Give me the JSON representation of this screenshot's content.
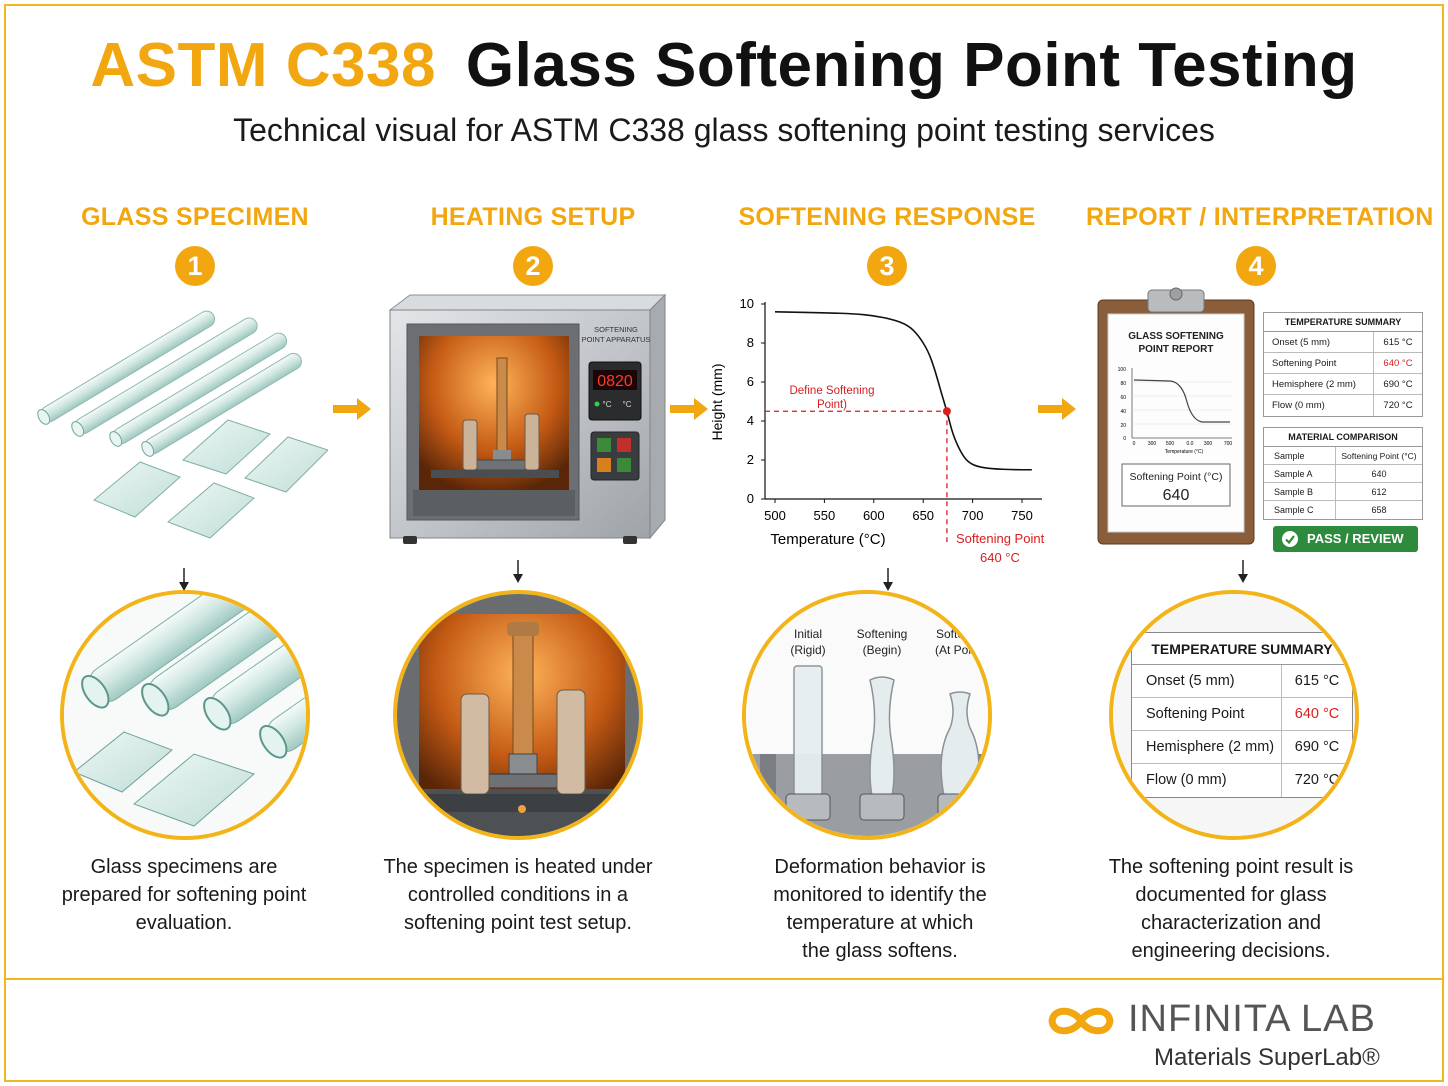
{
  "title": {
    "part1": "ASTM C338",
    "part2": "Glass Softening Point Testing"
  },
  "subtitle": "Technical visual for ASTM C338 glass softening point testing services",
  "steps": [
    {
      "number": "1",
      "heading": "GLASS SPECIMEN",
      "desc": [
        "Glass specimens are",
        "prepared for softening point",
        "evaluation."
      ]
    },
    {
      "number": "2",
      "heading": "HEATING SETUP",
      "desc": [
        "The specimen is heated under",
        "controlled conditions in a",
        "softening point test setup."
      ]
    },
    {
      "number": "3",
      "heading": "SOFTENING RESPONSE",
      "desc": [
        "Deformation behavior is",
        "monitored to identify the",
        "temperature at which",
        "the glass softens."
      ]
    },
    {
      "number": "4",
      "heading": "REPORT / INTERPRETATION",
      "desc": [
        "The softening point result is",
        "documented for glass",
        "characterization and",
        "engineering decisions."
      ]
    }
  ],
  "apparatus": {
    "label_line1": "SOFTENING",
    "label_line2": "POINT APPARATUS",
    "display": "0820",
    "unit1": "°C",
    "unit2": "°C"
  },
  "chart_data": {
    "type": "line",
    "xlabel": "Temperature (°C)",
    "ylabel": "Height (mm)",
    "xlim": [
      500,
      760
    ],
    "ylim": [
      0,
      10
    ],
    "xticks": [
      500,
      550,
      600,
      650,
      700,
      750
    ],
    "yticks": [
      0,
      2,
      4,
      6,
      8,
      10
    ],
    "series": [
      {
        "x": [
          500,
          550,
          580,
          600,
          620,
          635,
          645,
          655,
          662,
          668,
          674,
          680,
          688,
          695,
          705,
          720,
          740,
          760
        ],
        "y": [
          9.6,
          9.55,
          9.5,
          9.4,
          9.2,
          8.9,
          8.4,
          7.6,
          6.6,
          5.5,
          4.5,
          3.3,
          2.4,
          1.9,
          1.65,
          1.55,
          1.5,
          1.5
        ]
      }
    ],
    "marker": {
      "x": 674,
      "y": 4.5
    },
    "annotation_define": [
      "Define Softening",
      "Point)"
    ],
    "annotation_point": [
      "Softening Point",
      "640 °C"
    ]
  },
  "stage_labels": [
    {
      "line1": "Initial",
      "line2": "(Rigid)"
    },
    {
      "line1": "Softening",
      "line2": "(Begin)"
    },
    {
      "line1": "Softened",
      "line2": "(At Point)"
    }
  ],
  "report": {
    "clipboard_title": [
      "GLASS SOFTENING",
      "POINT REPORT"
    ],
    "mini_chart_xlabel": "Temperature (°C)",
    "mini_chart_yticks": [
      "100",
      "80",
      "60",
      "40",
      "20",
      "0"
    ],
    "mini_chart_xticks": [
      "0",
      "300",
      "500",
      "0.0",
      "300",
      "700"
    ],
    "result_label": "Softening Point (°C)",
    "result_value": "640",
    "pass_label": "PASS / REVIEW"
  },
  "temperature_summary": {
    "title": "TEMPERATURE SUMMARY",
    "rows": [
      {
        "label": "Onset (5 mm)",
        "value": "615 °C"
      },
      {
        "label": "Softening Point",
        "value": "640 °C"
      },
      {
        "label": "Hemisphere (2 mm)",
        "value": "690 °C"
      },
      {
        "label": "Flow (0 mm)",
        "value": "720 °C"
      }
    ]
  },
  "material_comparison": {
    "title": "MATERIAL COMPARISON",
    "headers": [
      "Sample",
      "Softening Point (°C)"
    ],
    "rows": [
      {
        "sample": "Sample A",
        "value": "640"
      },
      {
        "sample": "Sample B",
        "value": "612"
      },
      {
        "sample": "Sample C",
        "value": "658"
      }
    ]
  },
  "logo": {
    "name": "INFINITA LAB",
    "tagline": "Materials SuperLab®"
  },
  "colors": {
    "accent": "#f2a60f",
    "circle_border": "#f2b418",
    "highlight_red": "#d81e1e",
    "pass_green": "#2e8b3e"
  }
}
